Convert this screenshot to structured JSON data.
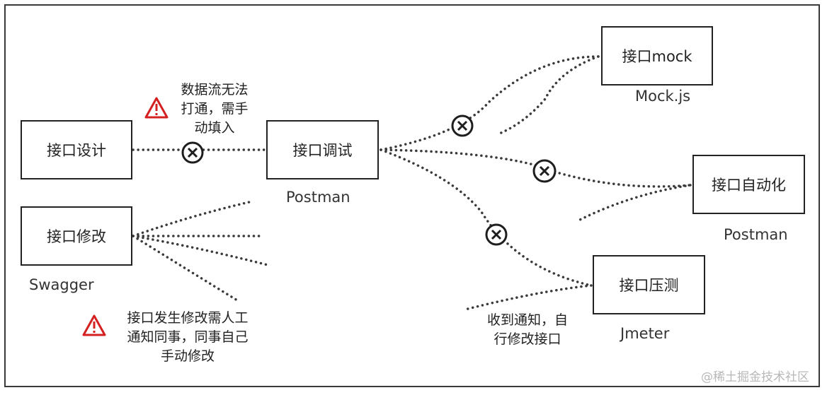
{
  "nodes": {
    "api_design": "接口设计",
    "api_modify": "接口修改",
    "api_debug": "接口调试",
    "api_mock": "接口mock",
    "api_automation": "接口自动化",
    "api_load_test": "接口压测"
  },
  "tools": {
    "swagger": "Swagger",
    "postman_debug": "Postman",
    "mockjs": "Mock.js",
    "postman_automation": "Postman",
    "jmeter": "Jmeter"
  },
  "notes": {
    "dataflow": [
      "数据流无法",
      "打通，需手",
      "动填入"
    ],
    "modify": [
      "接口发生修改需人工",
      "通知同事，同事自己",
      "手动修改"
    ],
    "notify": [
      "收到通知，自",
      "行修改接口"
    ]
  },
  "icons": {
    "warning": "warning-triangle-icon",
    "blocked": "blocked-x-circle-icon",
    "warning_color": "#d42020"
  },
  "watermark": "@稀土掘金技术社区"
}
